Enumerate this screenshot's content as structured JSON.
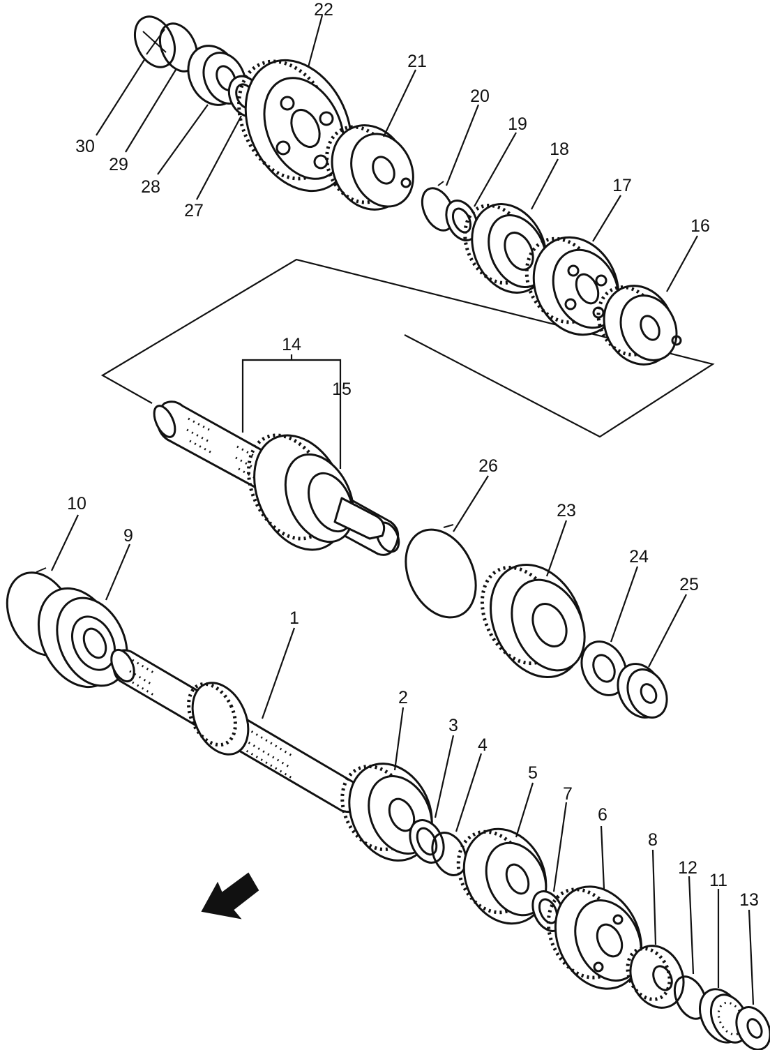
{
  "diagram": {
    "type": "exploded-parts-view",
    "callouts": [
      "1",
      "2",
      "3",
      "4",
      "5",
      "6",
      "7",
      "8",
      "9",
      "10",
      "11",
      "12",
      "13",
      "14",
      "15",
      "16",
      "17",
      "18",
      "19",
      "20",
      "21",
      "22",
      "23",
      "24",
      "25",
      "26",
      "27",
      "28",
      "29",
      "30"
    ],
    "direction_arrow": "arrow-forward-left-icon"
  }
}
